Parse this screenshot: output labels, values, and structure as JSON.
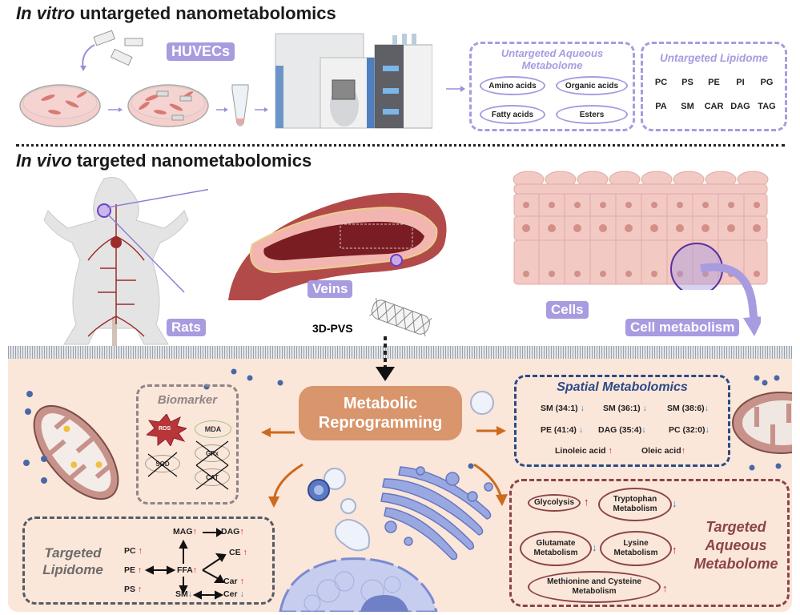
{
  "top_section": {
    "title_italic": "In vitro",
    "title_rest": " untargeted nanometabolomics",
    "huvecs_label": "HUVECs",
    "icons": [
      "stent-icon",
      "petri-dish-icon",
      "microtube-icon",
      "mass-spectrometer-icon"
    ],
    "aqueous_box": {
      "title_line1": "Untargeted Aqueous",
      "title_line2": "Metabolome",
      "items": [
        "Amino acids",
        "Organic acids",
        "Fatty acids",
        "Esters"
      ]
    },
    "lipidome_box": {
      "title": "Untargeted Lipidome",
      "items": [
        "PC",
        "PS",
        "PE",
        "PI",
        "PG",
        "PA",
        "SM",
        "CAR",
        "DAG",
        "TAG"
      ]
    }
  },
  "bottom_section": {
    "title_italic": "In vivo",
    "title_rest": " targeted nanometabolomics",
    "labels": {
      "rats": "Rats",
      "veins": "Veins",
      "stent": "3D-PVS",
      "cells": "Cells",
      "cell_metabolism": "Cell metabolism"
    }
  },
  "center": {
    "line1": "Metabolic",
    "line2": "Reprogramming"
  },
  "biomarker": {
    "title": "Biomarker",
    "items": [
      {
        "label": "ROS",
        "state": "elevated"
      },
      {
        "label": "MDA",
        "state": "present"
      },
      {
        "label": "SOD",
        "state": "crossed"
      },
      {
        "label": "GPx",
        "state": "crossed"
      },
      {
        "label": "CAT",
        "state": "crossed"
      }
    ]
  },
  "spatial": {
    "title": "Spatial Metabolomics",
    "items": [
      {
        "label": "SM (34:1)",
        "trend": "down",
        "arrow": "↓"
      },
      {
        "label": "SM (36:1)",
        "trend": "down",
        "arrow": "↓"
      },
      {
        "label": "SM (38:6)",
        "trend": "down",
        "arrow": "↓"
      },
      {
        "label": "PE (41:4)",
        "trend": "down",
        "arrow": "↓"
      },
      {
        "label": "DAG (35:4)",
        "trend": "down",
        "arrow": "↓"
      },
      {
        "label": "PC (32:0)",
        "trend": "down",
        "arrow": "↓"
      },
      {
        "label": "Linoleic acid",
        "trend": "up",
        "arrow": "↑"
      },
      {
        "label": "Oleic acid",
        "trend": "up",
        "arrow": "↑"
      }
    ]
  },
  "targeted_lipidome": {
    "title_line1": "Targeted",
    "title_line2": "Lipidome",
    "nodes": {
      "PC": {
        "label": "PC",
        "arrow": "↑"
      },
      "PE": {
        "label": "PE",
        "arrow": "↑"
      },
      "PS": {
        "label": "PS",
        "arrow": "↑"
      },
      "FFA": {
        "label": "FFA",
        "arrow": "↑"
      },
      "MAG": {
        "label": "MAG",
        "arrow": "↑"
      },
      "DAG": {
        "label": "DAG",
        "arrow": "↑"
      },
      "CE": {
        "label": "CE",
        "arrow": "↑"
      },
      "Car": {
        "label": "Car",
        "arrow": "↑"
      },
      "SM": {
        "label": "SM",
        "arrow": "↓"
      },
      "Cer": {
        "label": "Cer",
        "arrow": "↓"
      }
    }
  },
  "targeted_aqueous": {
    "title_line1": "Targeted",
    "title_line2": "Aqueous",
    "title_line3": "Metabolome",
    "items": [
      {
        "line1": "Glycolysis",
        "line2": "",
        "trend": "up",
        "arrow": "↑"
      },
      {
        "line1": "Tryptophan",
        "line2": "Metabolism",
        "trend": "down",
        "arrow": "↓"
      },
      {
        "line1": "Glutamate",
        "line2": "Metabolism",
        "trend": "down",
        "arrow": "↓"
      },
      {
        "line1": "Lysine",
        "line2": "Metabolism",
        "trend": "up",
        "arrow": "↑"
      },
      {
        "line1": "Methionine and Cysteine",
        "line2": "Metabolism",
        "trend": "up",
        "arrow": "↑"
      }
    ]
  },
  "colors": {
    "purple_accent": "#a89be0",
    "orange_center": "#d9956b",
    "up_arrow": "#d0161a",
    "down_arrow": "#2e86c1",
    "spatial_blue": "#2c4a85",
    "aqueous_maroon": "#8b4448",
    "cell_bg": "#fbe6da"
  }
}
